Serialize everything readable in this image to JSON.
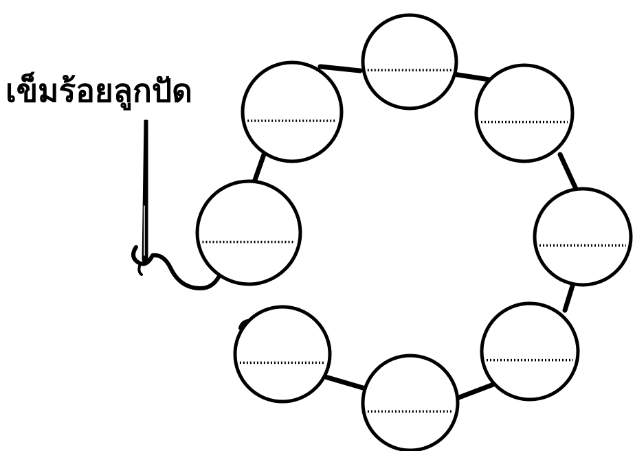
{
  "title": "เข็มร้อยลูกปัด",
  "bead_count": 8,
  "colors": {
    "ink": "#000000",
    "paper": "#ffffff"
  },
  "beads": [
    {
      "name": "bead-top",
      "answer_line": ""
    },
    {
      "name": "bead-upper-right",
      "answer_line": ""
    },
    {
      "name": "bead-right",
      "answer_line": ""
    },
    {
      "name": "bead-lower-right",
      "answer_line": ""
    },
    {
      "name": "bead-bottom",
      "answer_line": ""
    },
    {
      "name": "bead-lower-left",
      "answer_line": ""
    },
    {
      "name": "bead-left",
      "answer_line": ""
    },
    {
      "name": "bead-upper-left",
      "answer_line": ""
    }
  ]
}
